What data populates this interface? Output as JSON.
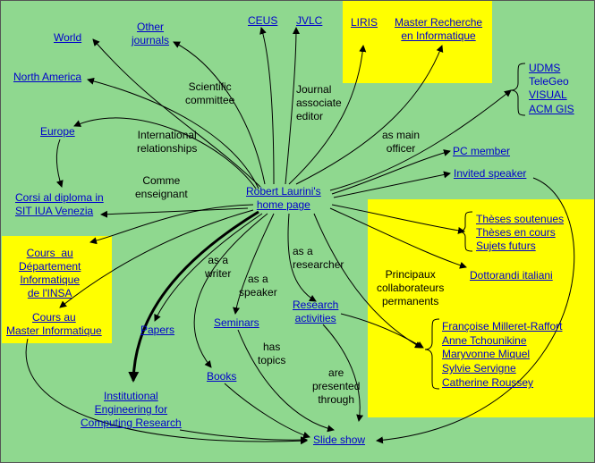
{
  "colors": {
    "background": "#8fd88f",
    "highlight": "#ffff00",
    "link": "#0000cc"
  },
  "center": "Robert Laurini's\nhome page",
  "nodes": {
    "other_journals": "Other\njournals",
    "ceus": "CEUS",
    "jvlc": "JVLC",
    "liris": "LIRIS",
    "master_recherche": "Master Recherche\nen Informatique",
    "world": "World",
    "north_america": "North America",
    "europe": "Europe",
    "corsi": "Corsi al diploma in\nSIT IUA Venezia",
    "udms": "UDMS",
    "telegeo": "TeleGeo",
    "visual": "VISUAL",
    "acmgis": "ACM GIS",
    "pc_member": "PC member",
    "invited_speaker": "Invited speaker",
    "theses_soutenues": "Thèses soutenues",
    "theses_en_cours": "Thèses en cours",
    "sujets_futurs": "Sujets futurs",
    "dottorandi": "Dottorandi italiani",
    "cours_insa": "Cours  au\nDépartement\nInformatique\nde l'INSA",
    "cours_master": "Cours au\nMaster Informatique",
    "papers": "Papers",
    "seminars": "Seminars",
    "research_activities": "Research\nactivities",
    "books": "Books",
    "institutional": "Institutional\nEngineering for\nComputing Research",
    "slide_show": "Slide show",
    "collaborators": [
      "Françoise Milleret-Raffort",
      "Anne Tchounikine",
      "Maryvonne Miquel",
      "Sylvie Servigne",
      "Catherine Roussey"
    ]
  },
  "labels": {
    "scientific_committee": "Scientific\ncommittee",
    "journal_editor": "Journal\nassociate\neditor",
    "international": "International\nrelationships",
    "comme_enseignant": "Comme\nenseignant",
    "as_main_officer": "as main\nofficer",
    "as_a_writer": "as a\nwriter",
    "as_a_speaker": "as a\nspeaker",
    "as_a_researcher": "as a\nresearcher",
    "principaux": "Principaux\ncollaborateurs\npermanents",
    "has_topics": "has\ntopics",
    "are_presented": "are\npresented\nthrough"
  }
}
